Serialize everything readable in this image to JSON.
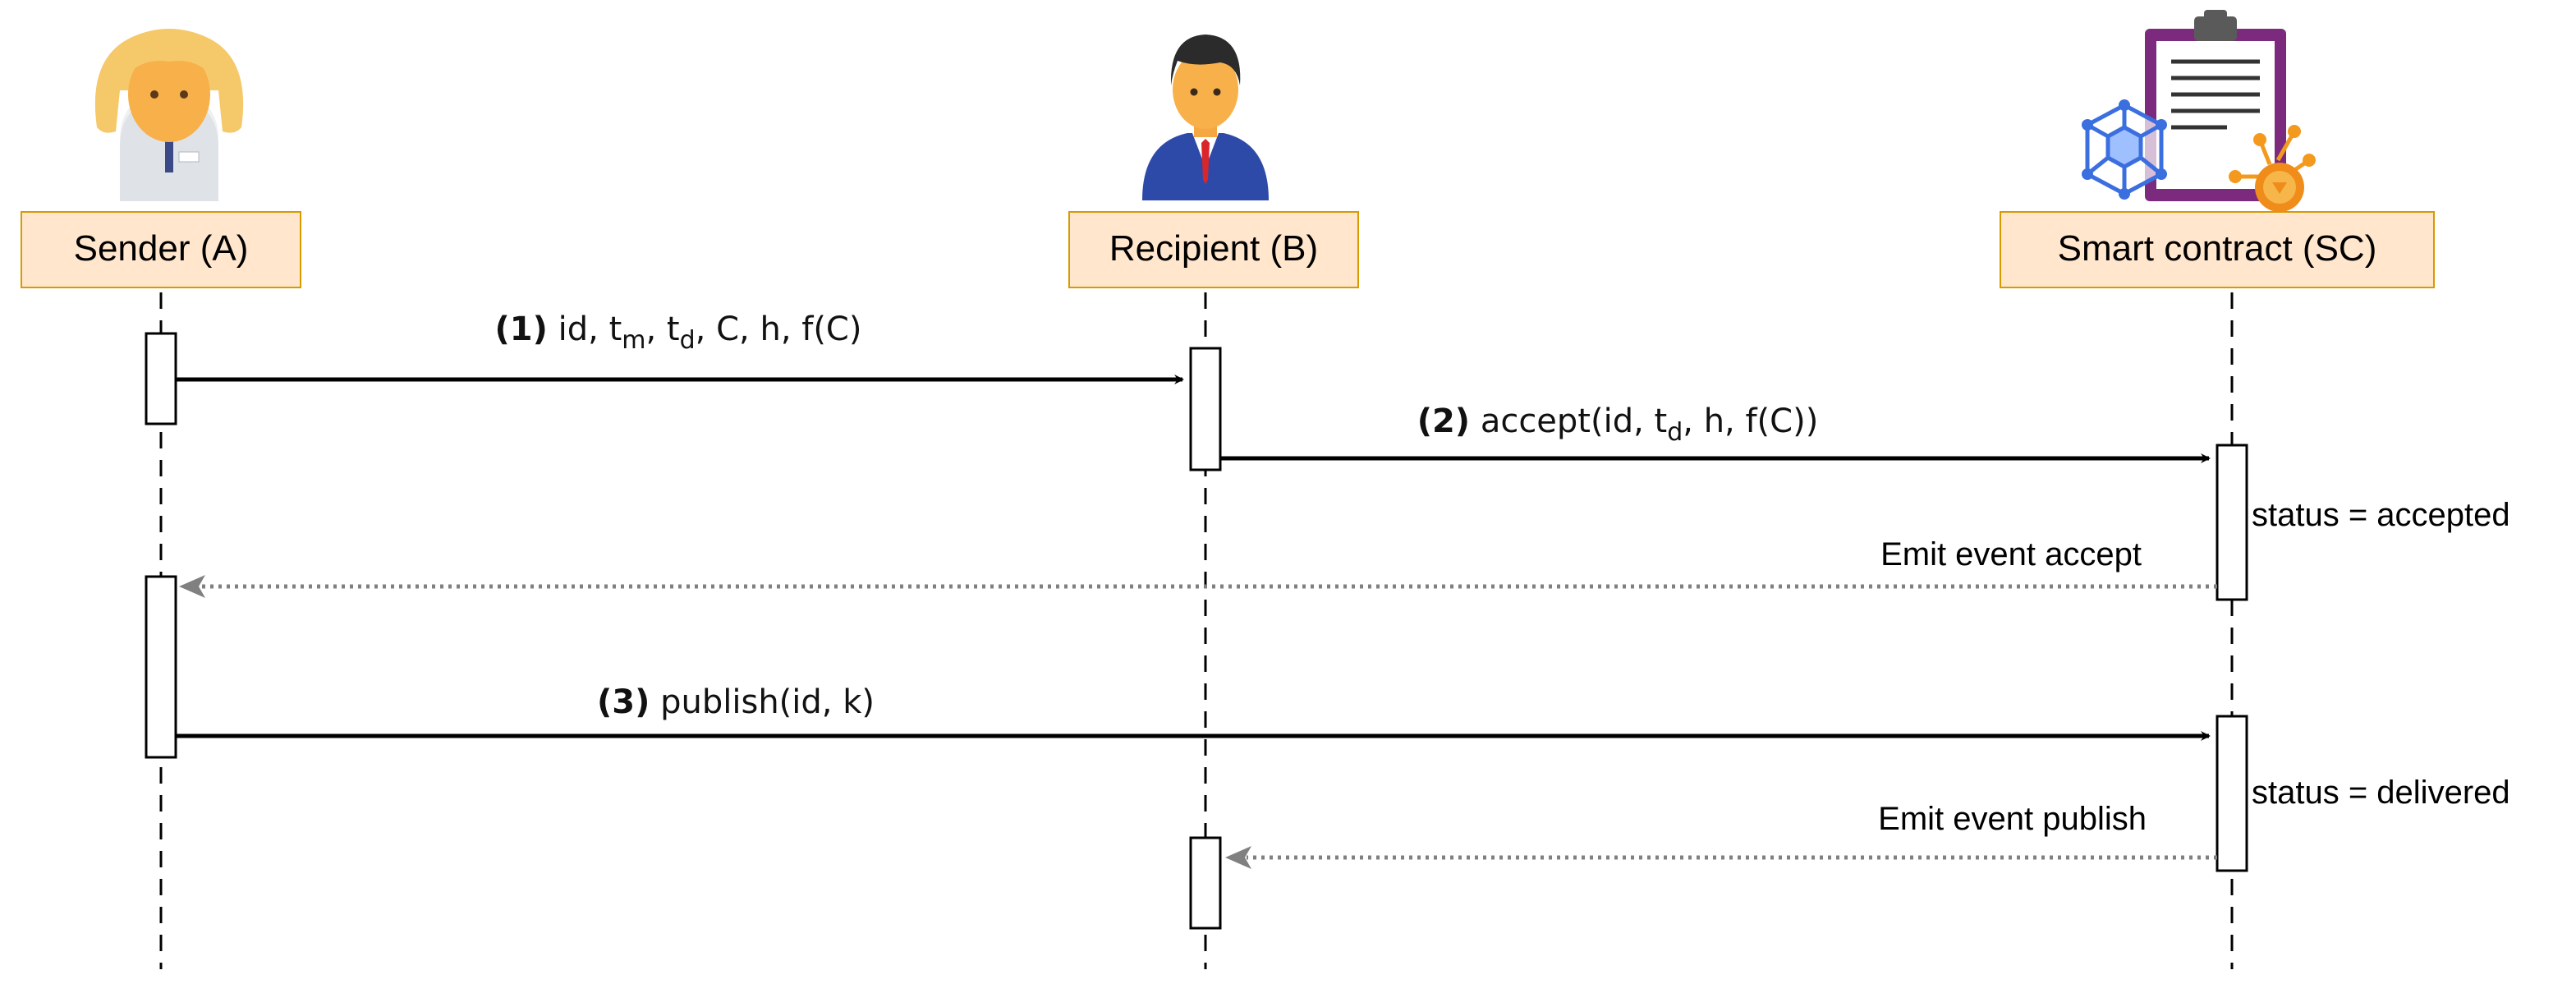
{
  "participants": [
    {
      "label": "Sender (A)",
      "icon": "female-user-icon"
    },
    {
      "label": "Recipient (B)",
      "icon": "male-user-icon"
    },
    {
      "label": "Smart contract (SC)",
      "icon": "smart-contract-icon"
    }
  ],
  "messages": {
    "m1": {
      "num": "(1)",
      "text": [
        "id, t",
        "m",
        ", t",
        "d",
        ", C, h, f(C)"
      ]
    },
    "m2": {
      "num": "(2)",
      "text": [
        "accept(id, t",
        "d",
        ", h, f(C))"
      ]
    },
    "m3": {
      "num": "(3)",
      "text": "publish(id, k)"
    },
    "r1": {
      "text": "Emit event accept"
    },
    "r2": {
      "text": "Emit event publish"
    }
  },
  "notes": {
    "n1": "status = accepted",
    "n2": "status = delivered"
  },
  "colors": {
    "participant_fill": "#ffe6cc",
    "participant_border": "#d79b00",
    "return_arrow": "#808080"
  }
}
